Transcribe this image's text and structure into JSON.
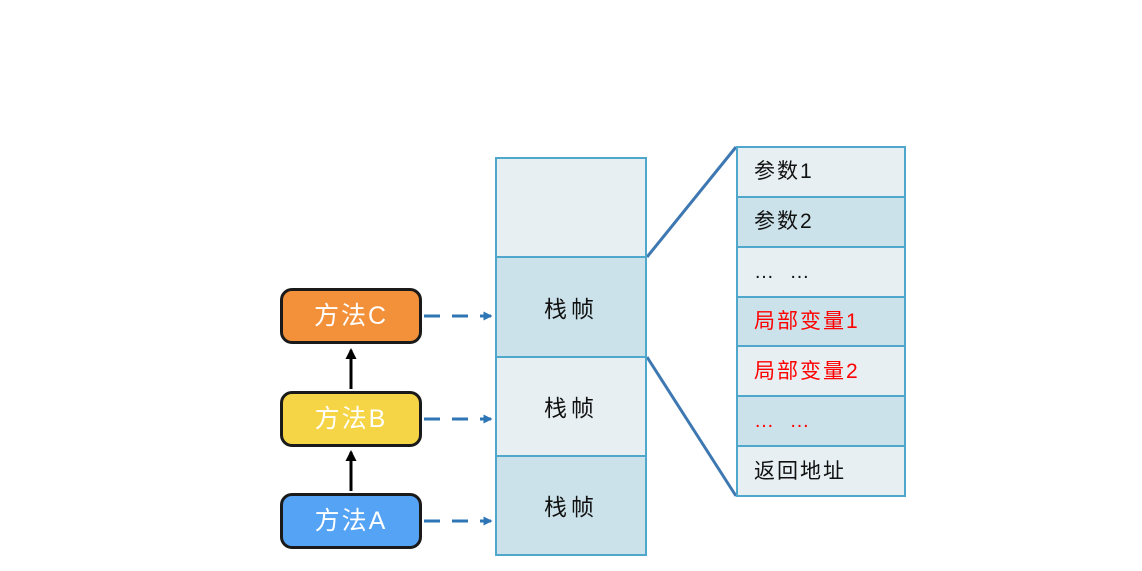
{
  "diagram": {
    "title": "JVM method call stack diagram",
    "colors": {
      "method_c_fill": "#F3913B",
      "method_b_fill": "#F5D546",
      "method_a_fill": "#55A3F5",
      "box_border": "#1a1a1a",
      "cell_border": "#4FA8CC",
      "cell_light": "#E7EFF2",
      "cell_dark": "#CBE2EA",
      "connector_blue": "#3E78B2",
      "dashed_arrow": "#2E75B6",
      "call_arrow": "#000000",
      "text_dark": "#111111",
      "text_red": "#FF0000",
      "text_white": "#FFFFFF"
    }
  },
  "methods": [
    {
      "id": "method-c",
      "label": "方法C",
      "fill": "#F3913B"
    },
    {
      "id": "method-b",
      "label": "方法B",
      "fill": "#F5D546"
    },
    {
      "id": "method-a",
      "label": "方法A",
      "fill": "#55A3F5"
    }
  ],
  "stack": {
    "cells": [
      {
        "label": "",
        "fill": "#E7EFF2"
      },
      {
        "label": "栈帧",
        "fill": "#CBE2EA"
      },
      {
        "label": "栈帧",
        "fill": "#E7EFF2"
      },
      {
        "label": "栈帧",
        "fill": "#CBE2EA"
      }
    ]
  },
  "frame_detail": {
    "rows": [
      {
        "label": "参数1",
        "fill": "#E7EFF2",
        "color": "#111111"
      },
      {
        "label": "参数2",
        "fill": "#CBE2EA",
        "color": "#111111"
      },
      {
        "label": "… …",
        "fill": "#E7EFF2",
        "color": "#111111"
      },
      {
        "label": "局部变量1",
        "fill": "#CBE2EA",
        "color": "#FF0000"
      },
      {
        "label": "局部变量2",
        "fill": "#E7EFF2",
        "color": "#FF0000"
      },
      {
        "label": "… …",
        "fill": "#CBE2EA",
        "color": "#FF0000"
      },
      {
        "label": "返回地址",
        "fill": "#E7EFF2",
        "color": "#111111"
      }
    ]
  }
}
